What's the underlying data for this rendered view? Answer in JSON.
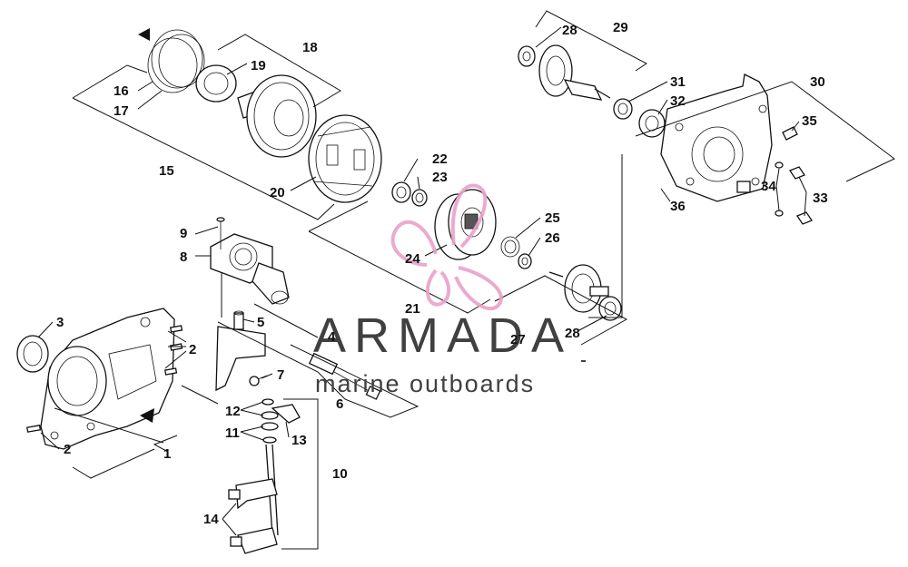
{
  "callouts": {
    "c1": "1",
    "c2a": "2",
    "c2b": "2",
    "c3": "3",
    "c4": "4",
    "c5": "5",
    "c6": "6",
    "c7": "7",
    "c8": "8",
    "c9": "9",
    "c10": "10",
    "c11": "11",
    "c12": "12",
    "c13": "13",
    "c14": "14",
    "c15": "15",
    "c16": "16",
    "c17": "17",
    "c18": "18",
    "c19": "19",
    "c20": "20",
    "c21": "21",
    "c22": "22",
    "c23": "23",
    "c24": "24",
    "c25": "25",
    "c26": "26",
    "c27": "27",
    "c28a": "28",
    "c28b": "28",
    "c29": "29",
    "c30": "30",
    "c31": "31",
    "c32": "32",
    "c33": "33",
    "c34": "34",
    "c35": "35",
    "c36": "36"
  },
  "watermark": {
    "title": "ARMADA",
    "subtitle": "marine outboards",
    "logo_color": "#e8a3c8",
    "text_color": "#404040"
  }
}
